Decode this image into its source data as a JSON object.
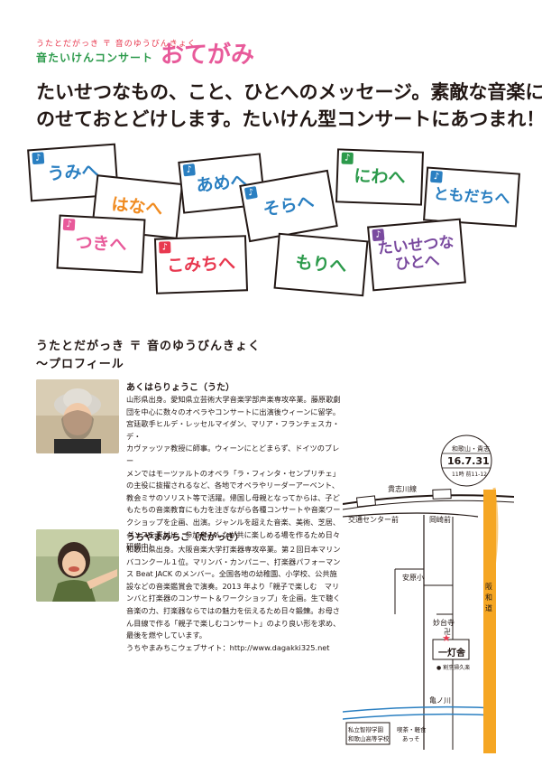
{
  "header": {
    "pre_title": "うたとだがっき 〒 音のゆうびんきょく",
    "subtitle": "音たいけんコンサート",
    "title": "おてがみ",
    "headline_1": "たいせつなもの、こと、ひとへのメッセージ。素敵な音楽に",
    "headline_2": "のせておとどけします。たいけん型コンサートにあつまれ！"
  },
  "colors": {
    "pink": "#e85a9a",
    "orange": "#f08c22",
    "blue": "#2a7fc1",
    "green": "#2c9a4b",
    "purple": "#7a4a9f",
    "red": "#e8384f",
    "road_orange": "#f5a623"
  },
  "cards": [
    {
      "label": "うみへ",
      "label_2": "",
      "color": "#2a7fc1",
      "icon": "music-note-icon"
    },
    {
      "label": "はなへ",
      "label_2": "",
      "color": "#f08c22",
      "icon": ""
    },
    {
      "label": "あめへ",
      "label_2": "",
      "color": "#2a7fc1",
      "icon": "music-note-icon"
    },
    {
      "label": "そらへ",
      "label_2": "",
      "color": "#2a7fc1",
      "icon": "music-note-icon"
    },
    {
      "label": "にわへ",
      "label_2": "",
      "color": "#2c9a4b",
      "icon": "music-note-icon"
    },
    {
      "label": "ともだちへ",
      "label_2": "",
      "color": "#2a7fc1",
      "icon": "music-note-icon"
    },
    {
      "label": "つきへ",
      "label_2": "",
      "color": "#e85a9a",
      "icon": "music-note-icon"
    },
    {
      "label": "こみちへ",
      "label_2": "",
      "color": "#e8384f",
      "icon": "music-note-icon"
    },
    {
      "label": "もりへ",
      "label_2": "",
      "color": "#2c9a4b",
      "icon": ""
    },
    {
      "label": "たいせつな",
      "label_2": "ひとへ",
      "color": "#7a4a9f",
      "icon": "music-note-icon"
    }
  ],
  "profile": {
    "section_title_1": "うたとだがっき 〒 音のゆうびんきょく",
    "section_title_2": "～プロフィール",
    "people": [
      {
        "name": "あくはらりょうこ（うた）",
        "bio": [
          "山形県出身。愛知県立芸術大学音楽学部声楽専攻卒業。藤原歌劇",
          "団を中心に数々のオペラやコンサートに出演後ウィーンに留学。",
          "宮廷歌手ヒルデ・レッセルマイダン、マリア・フランチェスカ・デ・",
          "カヴァッツァ教授に師事。ウィーンにとどまらず、ドイツのブレー",
          "メンではモーツァルトのオペラ「ラ・フィンタ・センプリチェ」",
          "の主役に抜擢されるなど、各地でオペラやリーダーアーベント、",
          "教会ミサのソリスト等で活躍。帰国し母親となってからは、子ど",
          "もたちの音楽教育にも力を注ぎながら各種コンサートや音楽ワー",
          "クショップを企画、出演。ジャンルを超えた音楽、美術、芝居、",
          "ダンスを素材に、参加者みんなが共に楽しめる場を作るため日々",
          "研鑽中！"
        ]
      },
      {
        "name": "うちやまみちこ（だがっき）",
        "bio": [
          "和歌山県出身。大阪音楽大学打楽器専攻卒業。第２回日本マリン",
          "バコンクール１位。マリンバ・カンパニー、打楽器パフォーマン",
          "ス Beat JACK のメンバー。全国各地の幼稚園、小学校、公共施",
          "設などの音楽鑑賞会で演奏。2013 年より「親子で楽しむ　マリ",
          "ンバと打楽器のコンサート＆ワークショップ」を企画。生で聴く",
          "音楽の力、打楽器ならではの魅力を伝えるため日々鍛錬。お母さ",
          "ん目線で作る「親子で楽しむコンサート」のより良い形を求め、",
          "最後を燃やしています。",
          "うちやまみちこウェブサイト：http://www.dagakki325.net"
        ]
      }
    ]
  },
  "map": {
    "postmark_top": "和歌山・貴志",
    "postmark_date": "16.7.31",
    "postmark_bottom": "11時 前11-12",
    "railway": "貴志川線",
    "station_1": "交通センター前",
    "station_2": "岡崎前",
    "station_3": "安原小",
    "road": "阪和道",
    "temple": "妙台寺",
    "temple_mark": "卍",
    "venue": "一灯舎",
    "venue_sub": "● 割烹掃久楽",
    "river": "亀ノ川",
    "school_1": "私立智辯学園",
    "school_2": "和歌山高等学校",
    "cafe_1": "喫茶・軽食",
    "cafe_2": "あっそ"
  }
}
